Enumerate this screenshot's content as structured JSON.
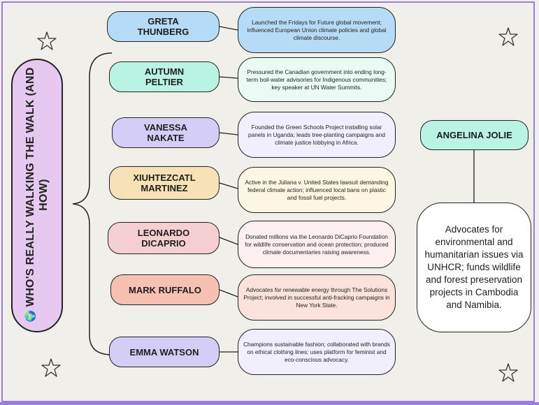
{
  "title": {
    "emoji": "🌍",
    "text": "WHO'S REALLY WALKING THE WALK (AND HOW)"
  },
  "people": [
    {
      "name": "GRETA\nTHUNBERG",
      "color": "#b6dbf7",
      "description": "Launched the Fridays for Future global movement; influenced European Union climate policies and global climate discourse.",
      "desc_color": "#b6dbf7"
    },
    {
      "name": "AUTUMN\nPELTIER",
      "color": "#b9f3e4",
      "description": "Pressured the Canadian government into ending long-term boil-water advisories for Indigenous communities; key speaker at UN Water Summits.",
      "desc_color": "#eafbf5"
    },
    {
      "name": "VANESSA\nNAKATE",
      "color": "#d4cdf6",
      "description": "Founded the Green Schools Project installing solar panels in Uganda; leads tree-planting campaigns and climate justice lobbying in Africa.",
      "desc_color": "#f1eefd"
    },
    {
      "name": "XIUHTEZCATL\nMARTINEZ",
      "color": "#f6e2b6",
      "description": "Active in the Juliana v. United States lawsuit demanding federal climate action; influenced local bans on plastic and fossil fuel projects.",
      "desc_color": "#fdf6e3"
    },
    {
      "name": "LEONARDO\nDICAPRIO",
      "color": "#f6cfd3",
      "description": "Donated millions via the Leonardo DiCaprio Foundation for wildlife conservation and ocean protection; produced climate documentaries raising awareness.",
      "desc_color": "#fdeef0"
    },
    {
      "name": "MARK RUFFALO",
      "color": "#f6c0b3",
      "description": "Advocates for renewable energy through The Solutions Project; involved in successful anti-fracking campaigns in New York State.",
      "desc_color": "#fbe3dc"
    },
    {
      "name": "EMMA WATSON",
      "color": "#d4cdf6",
      "description": "Champions sustainable fashion; collaborated with brands on ethical clothing lines; uses platform for feminist and eco-conscious advocacy.",
      "desc_color": "#f1eefd"
    }
  ],
  "featured": {
    "name": "ANGELINA JOLIE",
    "color": "#b9f3e4",
    "description": "Advocates for environmental and humanitarian issues via UNHCR; funds wildlife and forest preservation projects in Cambodia and Namibia."
  }
}
